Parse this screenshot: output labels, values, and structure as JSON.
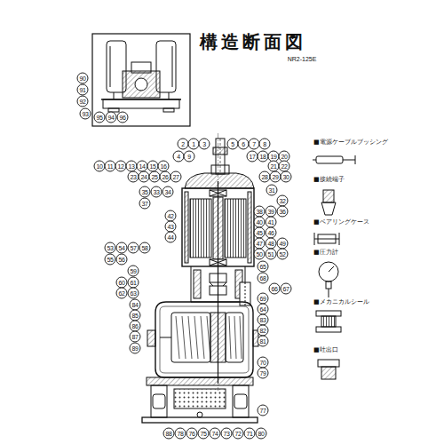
{
  "diagram": {
    "title": "構造断面図",
    "labels": [
      "NR2-125E",
      "■電源ケーブルブッシング",
      "■接続端子",
      "■ベアリングケース",
      "■圧力計",
      "■メカニカルシール",
      "■吐出口",
      "90",
      "91",
      "92",
      "93",
      "95",
      "94",
      "96",
      "2",
      "1",
      "3",
      "5",
      "6",
      "7",
      "8",
      "4",
      "9",
      "10",
      "11",
      "12",
      "13",
      "14",
      "15",
      "16",
      "17",
      "18",
      "19",
      "20",
      "21",
      "22",
      "23",
      "24",
      "25",
      "26",
      "27",
      "28",
      "29",
      "30",
      "31",
      "32",
      "35",
      "33",
      "34",
      "36",
      "37",
      "38",
      "39",
      "40",
      "41",
      "42",
      "43",
      "44",
      "45",
      "46",
      "47",
      "48",
      "49",
      "50",
      "51",
      "52",
      "53",
      "54",
      "57",
      "58",
      "55",
      "56",
      "59",
      "60",
      "61",
      "62",
      "63",
      "84",
      "85",
      "86",
      "87",
      "89",
      "65",
      "68",
      "66",
      "67",
      "69",
      "64",
      "83",
      "82",
      "81",
      "70",
      "79",
      "77",
      "88",
      "78",
      "76",
      "75",
      "74",
      "73",
      "72",
      "71",
      "80"
    ]
  }
}
